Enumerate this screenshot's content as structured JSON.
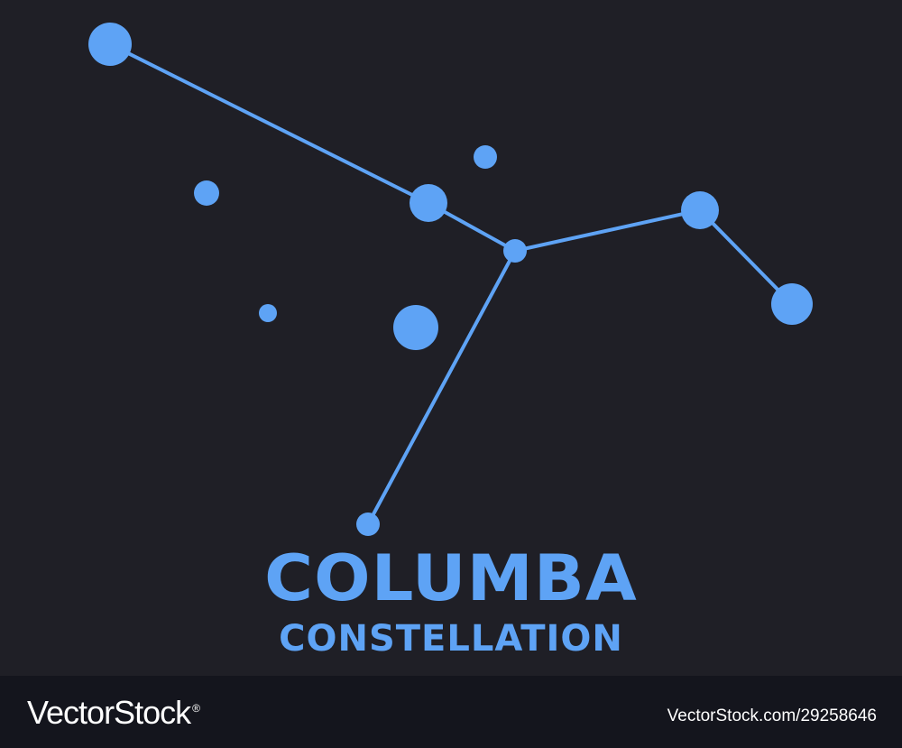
{
  "colors": {
    "background": "#1f1f26",
    "accent": "#5ea3f5",
    "footer_background": "#14151d",
    "footer_text": "#ffffff"
  },
  "title": {
    "main": "COLUMBA",
    "sub": "CONSTELLATION"
  },
  "footer": {
    "brand": "VectorStock",
    "registered_mark": "®",
    "image_text": "VectorStock.com/29258646"
  }
}
